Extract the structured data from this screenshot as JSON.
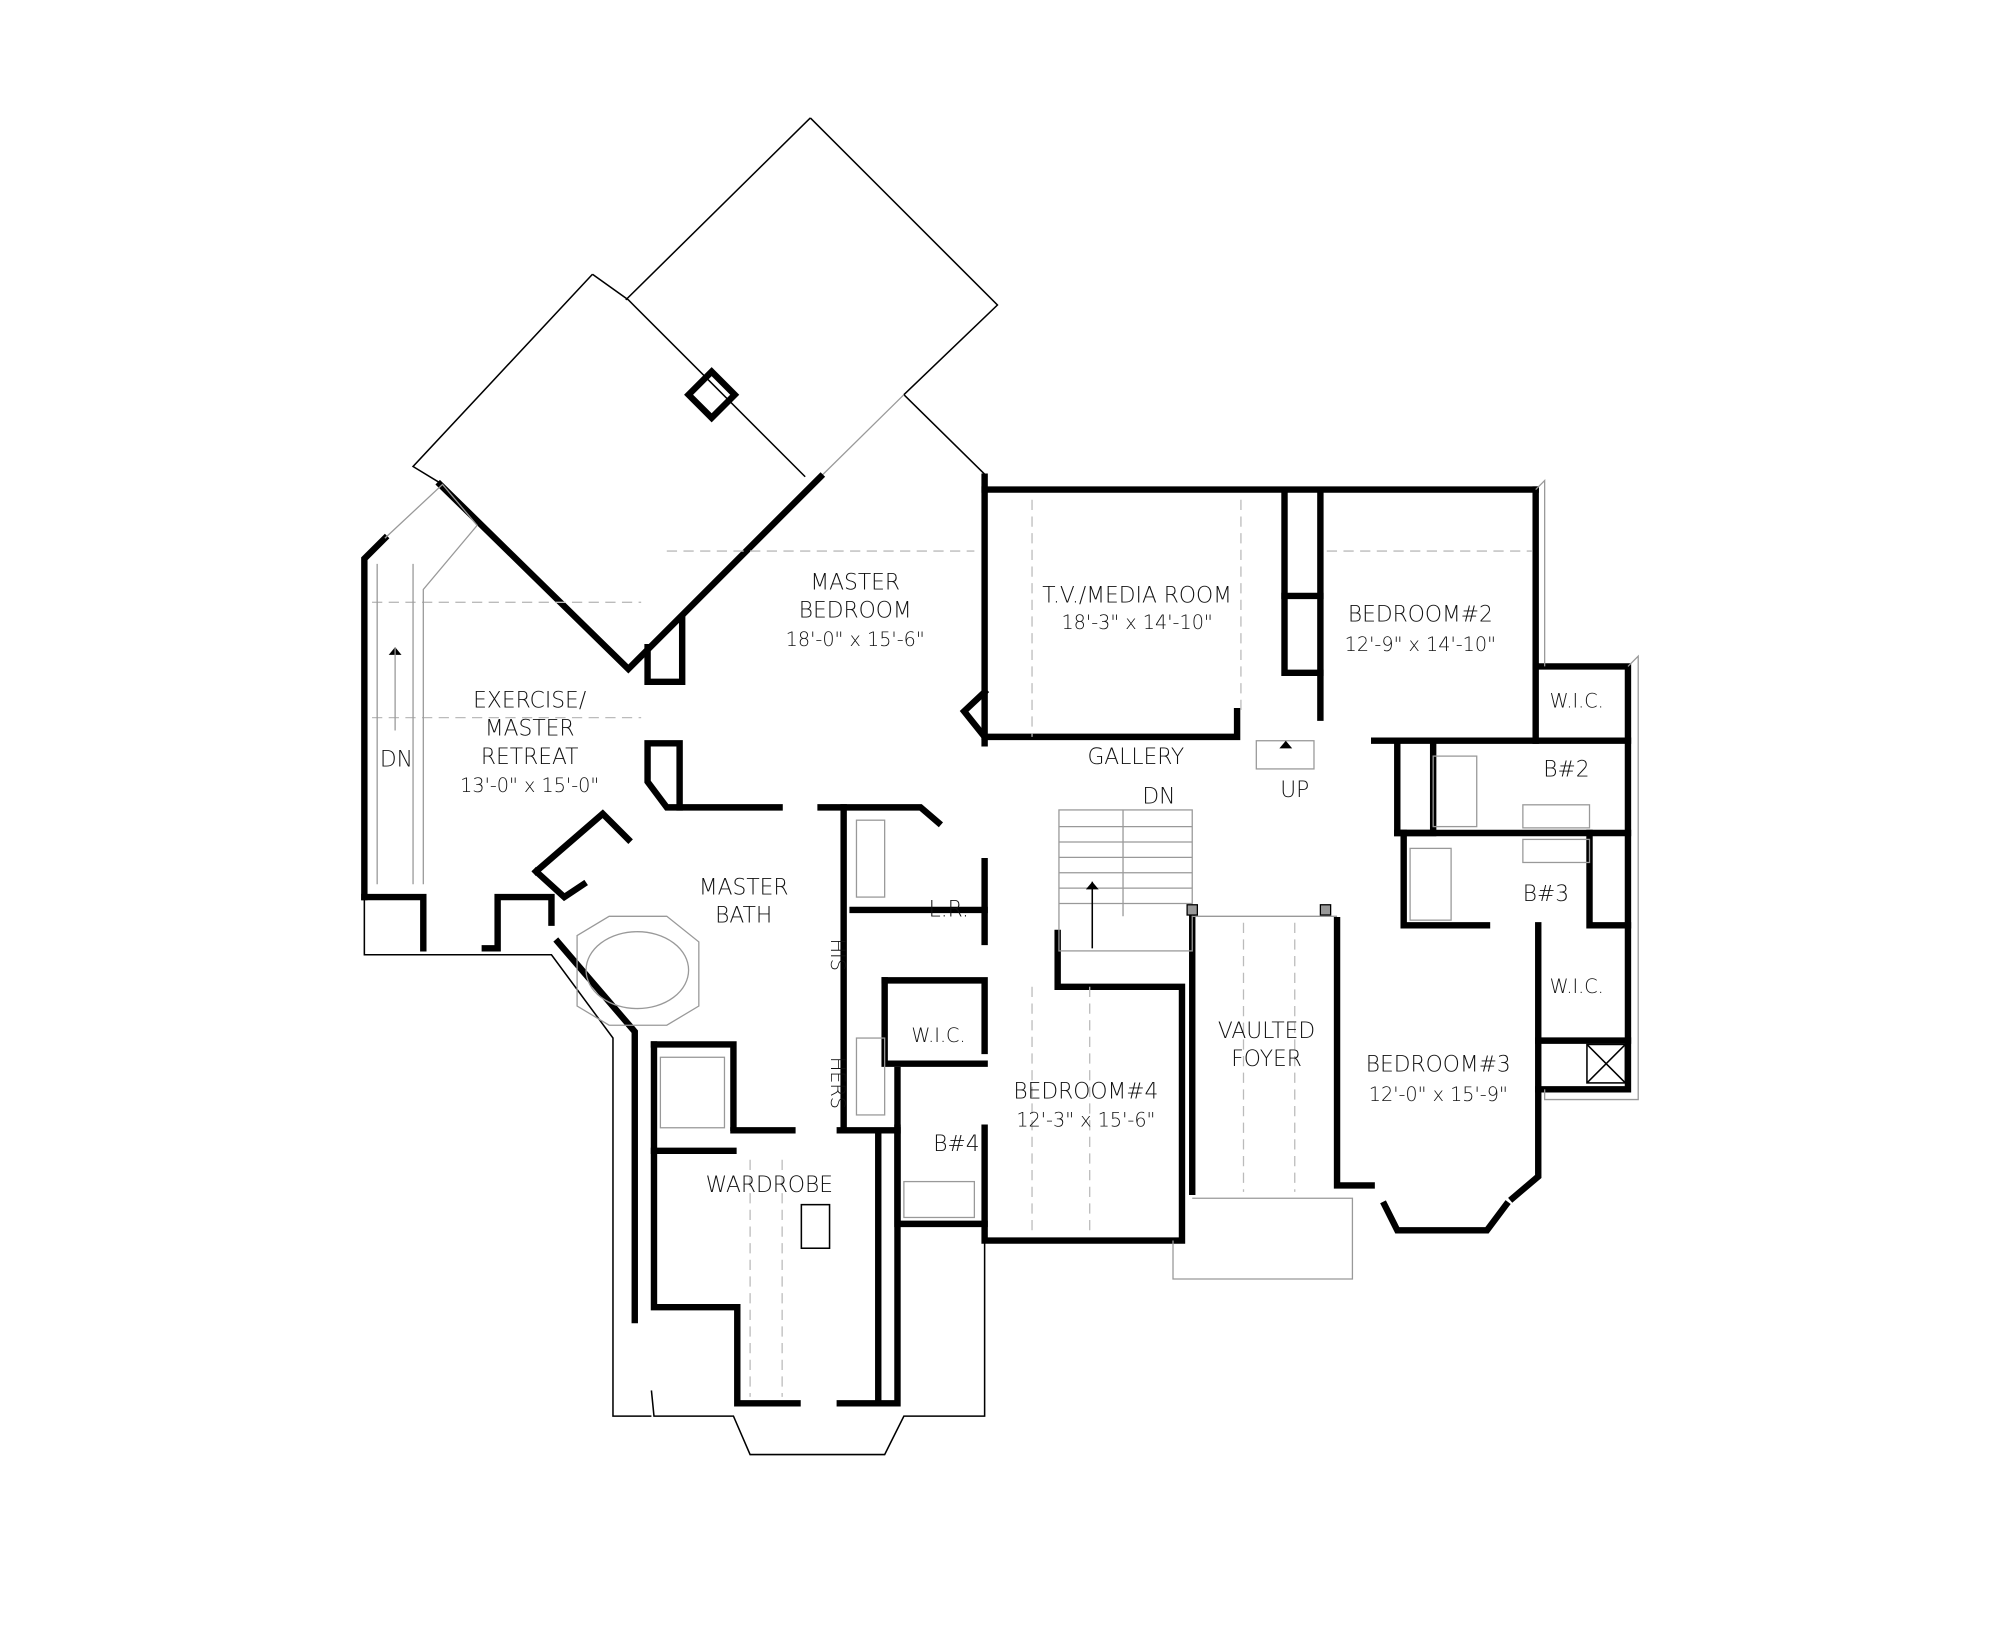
{
  "plan": {
    "rooms": [
      {
        "name": "MASTER",
        "name2": "BEDROOM",
        "dims": "18'-0\" x 15'-6\""
      },
      {
        "name": "T.V./MEDIA ROOM",
        "dims": "18'-3\" x 14'-10\""
      },
      {
        "name": "BEDROOM#2",
        "dims": "12'-9\" x 14'-10\""
      },
      {
        "name": "EXERCISE/",
        "name2": "MASTER",
        "name3": "RETREAT",
        "dims": "13'-0\" x 15'-0\""
      },
      {
        "name": "MASTER",
        "name2": "BATH"
      },
      {
        "name": "BEDROOM#4",
        "dims": "12'-3\" x 15'-6\""
      },
      {
        "name": "VAULTED",
        "name2": "FOYER"
      },
      {
        "name": "BEDROOM#3",
        "dims": "12'-0\" x 15'-9\""
      },
      {
        "name": "WARDROBE"
      }
    ],
    "labels": {
      "gallery": "GALLERY",
      "dn_stair_main": "DN",
      "up_stair": "UP",
      "dn_stair_left": "DN",
      "lr": "L.R.",
      "his": "HIS",
      "hers": "HERS",
      "wic_master": "W.I.C.",
      "wic_b2": "W.I.C.",
      "wic_b3": "W.I.C.",
      "b2": "B#2",
      "b3": "B#3",
      "b4": "B#4"
    }
  }
}
